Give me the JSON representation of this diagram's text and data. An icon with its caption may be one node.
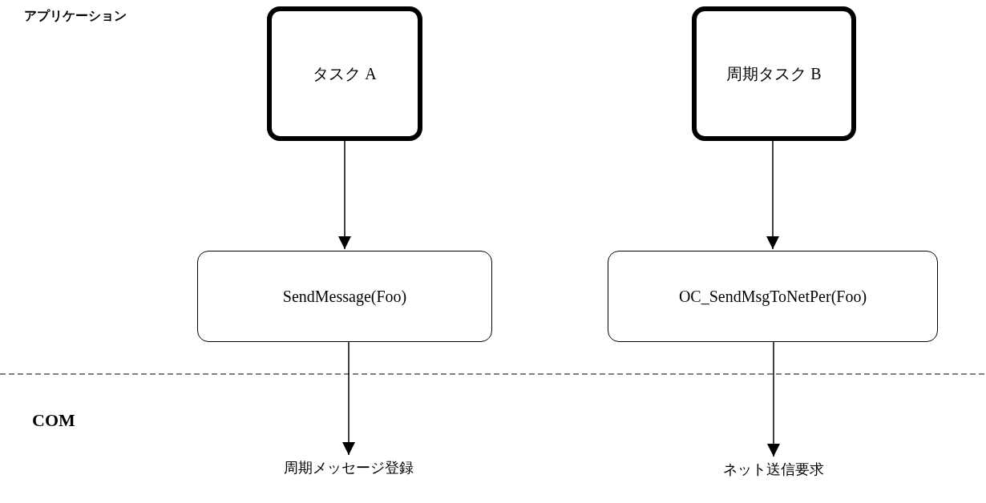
{
  "diagram": {
    "nodes": [
      {
        "text": [
          "タスク A"
        ]
      },
      {
        "text": [
          "周期タスク B"
        ]
      },
      {
        "text": [
          "SendMessage(Foo)"
        ]
      },
      {
        "text": [
          "OC_SendMsgToNetPer(Foo)"
        ]
      },
      {
        "text": [
          "周期メッセージ登録"
        ]
      },
      {
        "text": [
          "ネット送信要求"
        ]
      }
    ],
    "edges": [
      {
        "from": 0,
        "to": 2,
        "arrow": "to"
      },
      {
        "from": 1,
        "to": 3,
        "arrow": "to"
      },
      {
        "from": 2,
        "to": 4,
        "arrow": "to"
      },
      {
        "from": 3,
        "to": 5,
        "arrow": "to"
      }
    ],
    "labels": [
      "アプリケーション",
      "COM"
    ]
  }
}
